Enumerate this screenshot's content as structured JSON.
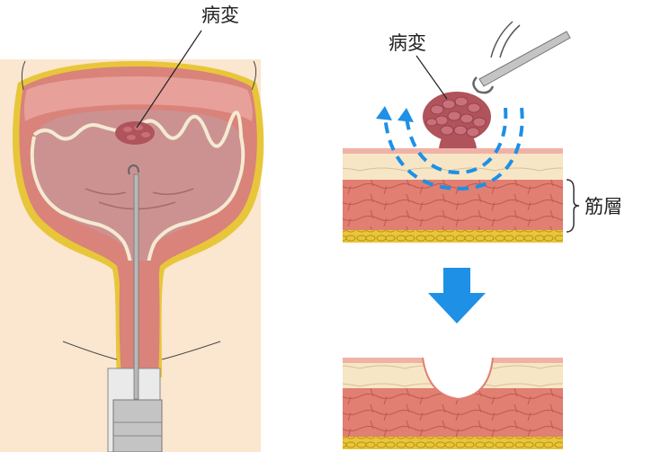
{
  "labels": {
    "lesion_left": "病変",
    "lesion_right": "病変",
    "muscle_layer": "筋層"
  },
  "colors": {
    "background_panel": "#fbe6cf",
    "bladder_wall": "#d9837a",
    "bladder_lumen": "#cc9292",
    "mucosa_line": "#f4ead2",
    "outer_yellow": "#e8c63a",
    "lesion": "#b0535b",
    "dashed_arrow": "#1e90e6",
    "down_arrow": "#1e90e6",
    "instrument_metal": "#b8b8b8",
    "fat_layer": "#e8c634",
    "submucosa": "#f5e3bf"
  }
}
